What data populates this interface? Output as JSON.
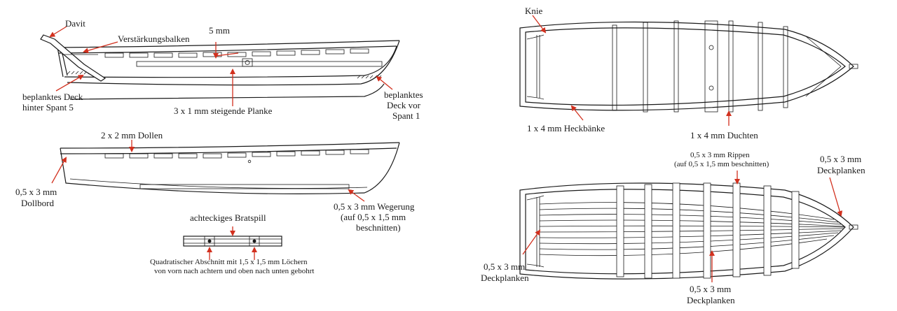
{
  "labels": {
    "davit": "Davit",
    "verstaerkungsbalken": "Verstärkungsbalken",
    "five_mm": "5 mm",
    "beplanktes_deck_hinter_1": "beplanktes Deck",
    "beplanktes_deck_hinter_2": "hinter Spant 5",
    "steigende_planke": "3 x 1 mm steigende Planke",
    "beplanktes_deck_vor_1": "beplanktes",
    "beplanktes_deck_vor_2": "Deck vor",
    "beplanktes_deck_vor_3": "Spant 1",
    "dollen": "2 x 2 mm Dollen",
    "dollbord_1": "0,5 x 3 mm",
    "dollbord_2": "Dollbord",
    "wegerung_1": "0,5 x 3 mm Wegerung",
    "wegerung_2": "(auf 0,5 x 1,5 mm",
    "wegerung_3": "beschnitten)",
    "bratspill": "achteckiges Bratspill",
    "quadrat_1": "Quadratischer Abschnitt mit 1,5 x 1,5 mm Löchern",
    "quadrat_2": "von vorn nach achtern und oben nach unten gebohrt",
    "knie": "Knie",
    "heckbaenke": "1 x 4 mm Heckbänke",
    "duchten": "1 x 4 mm Duchten",
    "rippen_1": "0,5 x 3 mm Rippen",
    "rippen_2": "(auf 0,5 x 1,5 mm beschnitten)",
    "deckplanken_right_1": "0,5 x 3 mm",
    "deckplanken_right_2": "Deckplanken",
    "deckplanken_left_1": "0,5 x 3 mm",
    "deckplanken_left_2": "Deckplanken",
    "deckplanken_bottom_1": "0,5 x 3 mm",
    "deckplanken_bottom_2": "Deckplanken"
  },
  "colors": {
    "ink": "#1a1a1a",
    "arrow": "#d2301e",
    "background": "#ffffff"
  }
}
